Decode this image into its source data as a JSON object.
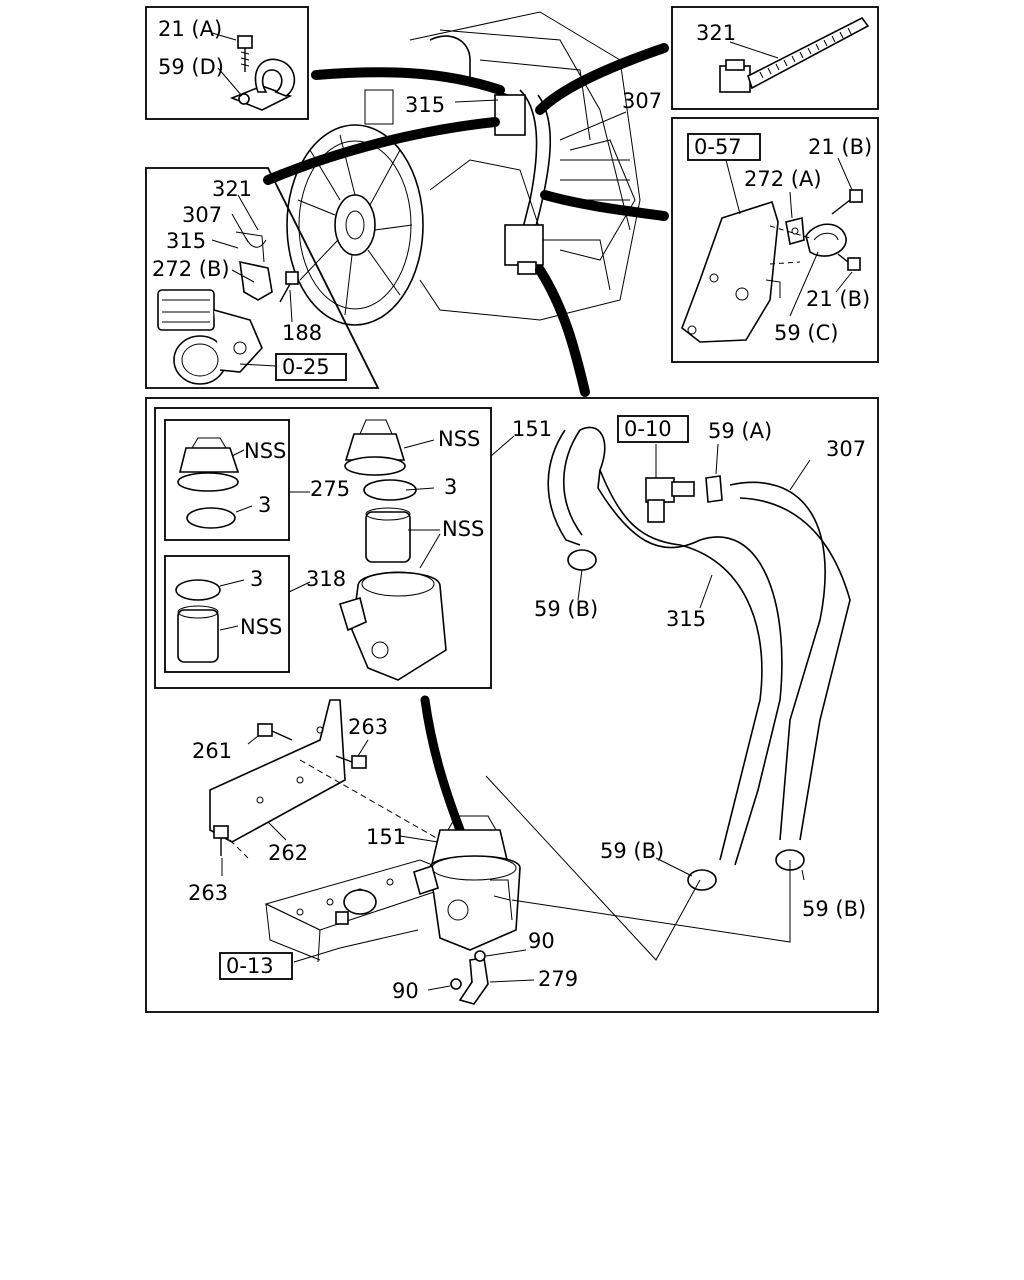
{
  "panels": {
    "top_left": {
      "p21a": "21 (A)",
      "p59d": "59 (D)"
    },
    "top_right": {
      "p321": "321"
    },
    "engine": {
      "p315": "315",
      "p307": "307"
    },
    "mid_left": {
      "p321": "321",
      "p307": "307",
      "p315": "315",
      "p272b": "272 (B)",
      "p188": "188",
      "ref": "0-25"
    },
    "mid_right": {
      "ref": "0-57",
      "p21b_top": "21 (B)",
      "p272a": "272 (A)",
      "p21b_bottom": "21 (B)",
      "p59c": "59 (C)"
    },
    "main": {
      "p151_top": "151",
      "nss_1": "NSS",
      "nss_2": "NSS",
      "nss_3": "NSS",
      "nss_4": "NSS",
      "p3_1": "3",
      "p3_2": "3",
      "p3_3": "3",
      "p275": "275",
      "p318": "318",
      "ref_010": "0-10",
      "p59a": "59 (A)",
      "p307": "307",
      "p59b_upper": "59 (B)",
      "p315": "315",
      "p261": "261",
      "p263_upper": "263",
      "p262": "262",
      "p263_lower": "263",
      "p151_mid": "151",
      "p59b_mid": "59 (B)",
      "p59b_right": "59 (B)",
      "p90_right": "90",
      "p90_left": "90",
      "p279": "279",
      "ref_013": "0-13"
    }
  }
}
